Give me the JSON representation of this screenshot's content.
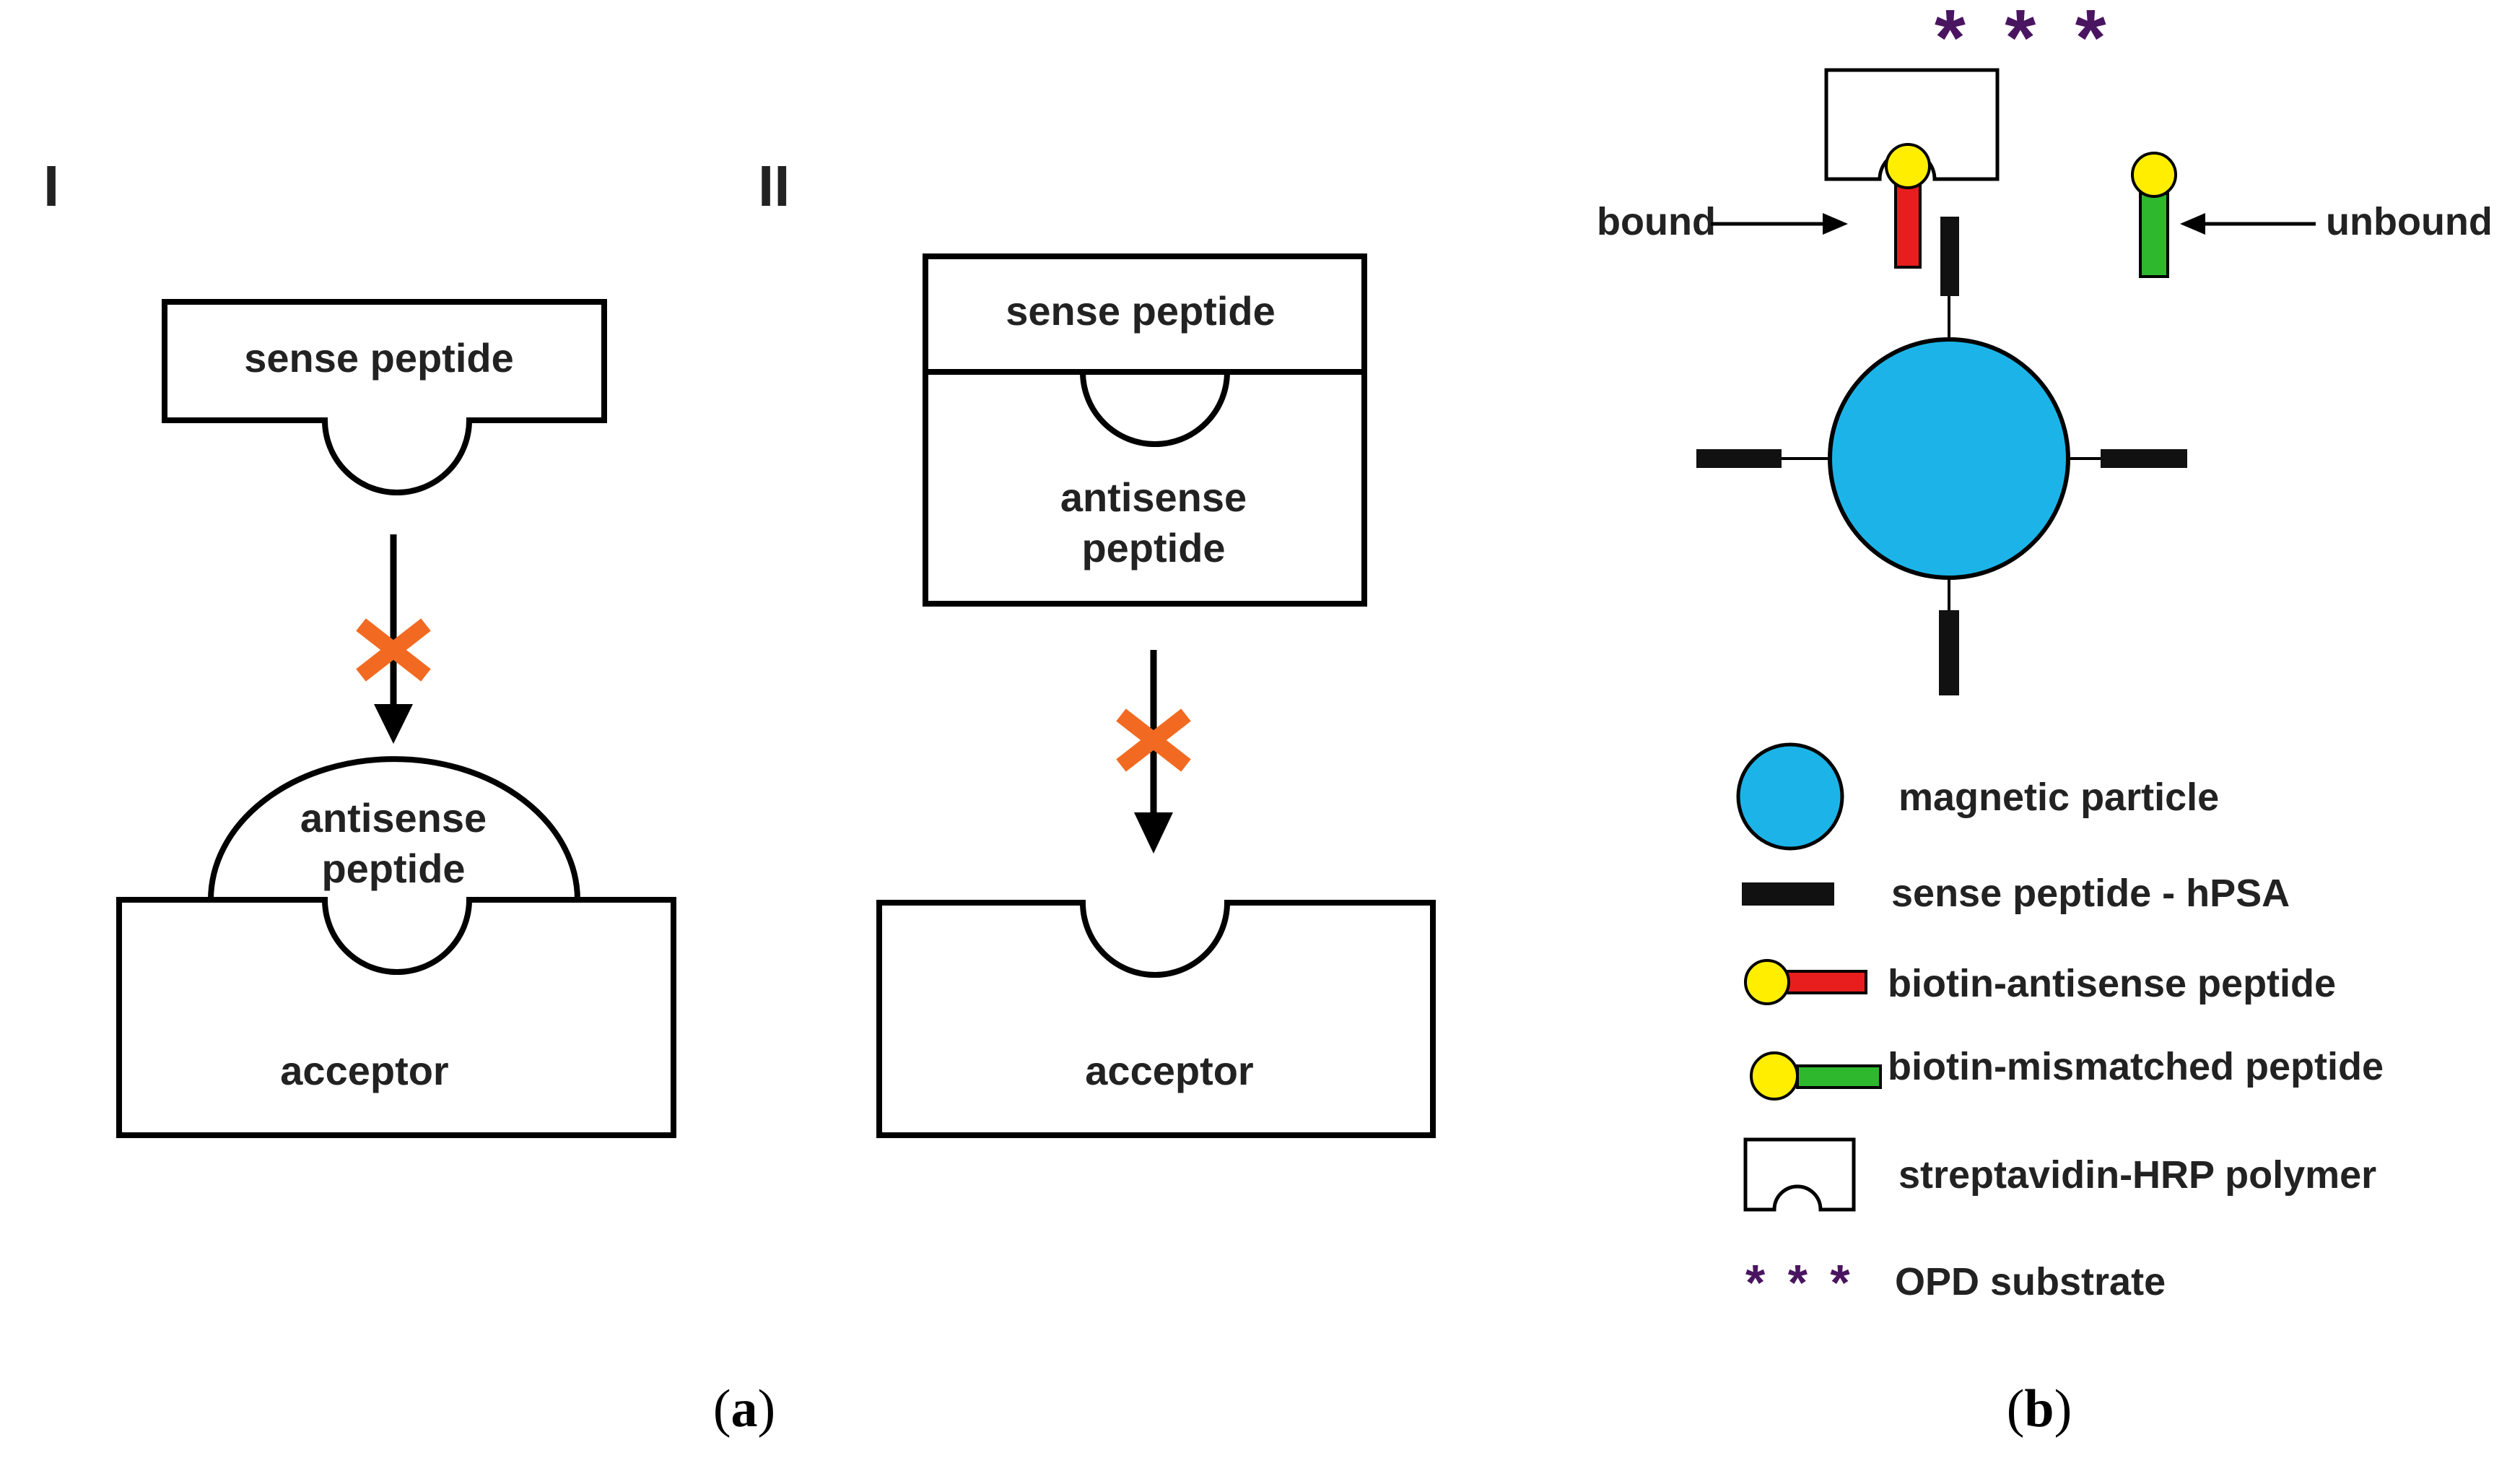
{
  "panel_a": {
    "label_I": "I",
    "label_II": "II",
    "scheme_I": {
      "sense": "sense peptide",
      "antisense_line1": "antisense",
      "antisense_line2": "peptide",
      "acceptor": "acceptor"
    },
    "scheme_II": {
      "sense": "sense peptide",
      "antisense_line1": "antisense",
      "antisense_line2": "peptide",
      "acceptor": "acceptor"
    },
    "caption_open": "(",
    "caption_letter": "a",
    "caption_close": ")"
  },
  "panel_b": {
    "bound_label": "bound",
    "unbound_label": "unbound",
    "top_asterisks": "* * *",
    "legend": {
      "magnetic_particle": "magnetic particle",
      "sense_peptide": "sense peptide - hPSA",
      "biotin_antisense": "biotin-antisense peptide",
      "biotin_mismatched": "biotin-mismatched peptide",
      "streptavidin": "streptavidin-HRP polymer",
      "opd_asterisks": "* * *",
      "opd": "OPD substrate"
    },
    "caption_open": "(",
    "caption_letter": "b",
    "caption_close": ")"
  },
  "colors": {
    "particle": "#1CB4E8",
    "stick": "#111111",
    "biotin_yellow": "#FFEE00",
    "antisense_red": "#E81E1E",
    "mismatched_green": "#2EB82E",
    "cross_orange": "#F26A21",
    "asterisk_purple": "#4A1560"
  }
}
